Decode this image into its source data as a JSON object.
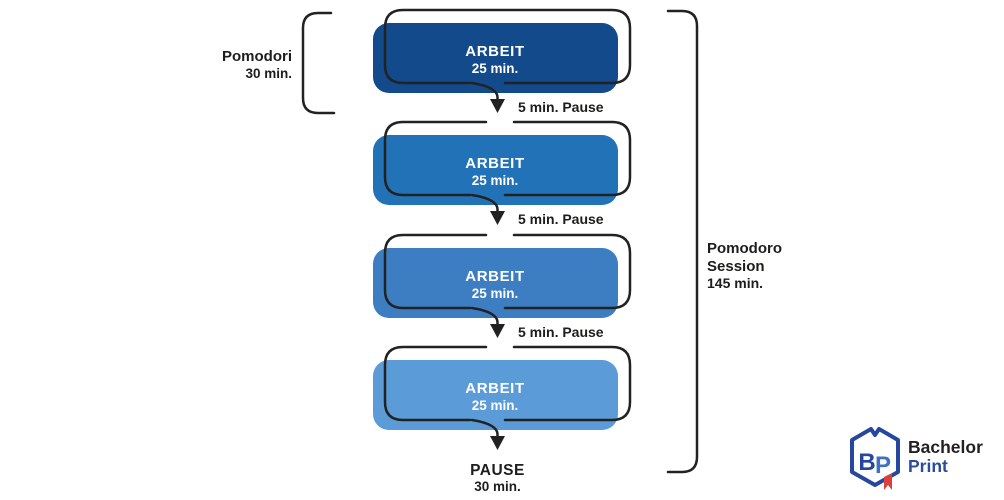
{
  "blocks": [
    {
      "title": "ARBEIT",
      "duration": "25 min.",
      "color": "#124a8c"
    },
    {
      "title": "ARBEIT",
      "duration": "25 min.",
      "color": "#2272b8"
    },
    {
      "title": "ARBEIT",
      "duration": "25 min.",
      "color": "#3d7ec3"
    },
    {
      "title": "ARBEIT",
      "duration": "25 min.",
      "color": "#5b9bd8"
    }
  ],
  "arrows": [
    {
      "label": "5 min. Pause"
    },
    {
      "label": "5 min. Pause"
    },
    {
      "label": "5 min. Pause"
    }
  ],
  "pomodori_bracket": {
    "title": "Pomodori",
    "duration": "30 min."
  },
  "session_bracket": {
    "line1": "Pomodoro",
    "line2": "Session",
    "duration": "145 min."
  },
  "final_pause": {
    "title": "PAUSE",
    "duration": "30 min."
  },
  "logo": {
    "monogram_b": "B",
    "monogram_p": "P",
    "name_top": "Bachelor",
    "name_bottom": "Print",
    "blue": "#27479e",
    "light_blue": "#3e72bd",
    "red": "#d9413a",
    "black": "#231f20"
  }
}
